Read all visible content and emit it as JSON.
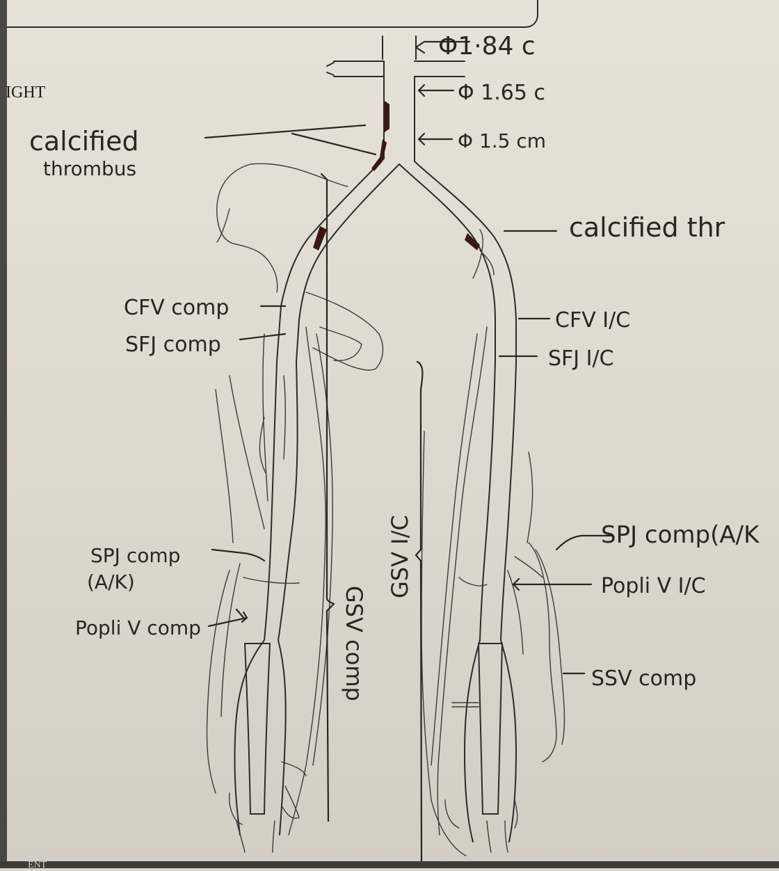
{
  "header": {
    "side_label": "IGHT",
    "footer_fragment": "ENT"
  },
  "annotations": {
    "diam_top": "Φ1·84 c",
    "diam_mid": "Φ 1.65 c",
    "diam_low": "Φ 1.5 cm",
    "calcified_left_line1": "calcified",
    "calcified_left_line2": "thrombus",
    "calcified_right": "calcified thr",
    "cfv_left": "CFV comp",
    "sfj_left": "SFJ comp",
    "spj_left_line1": "SPJ comp",
    "spj_left_line2": "(A/K)",
    "popli_left": "Popli V comp",
    "gsv_left": "GSV comp",
    "cfv_right": "CFV I/C",
    "sfj_right": "SFJ I/C",
    "gsv_right": "GSV I/C",
    "spj_right": "SPJ comp(A/K",
    "popli_right": "Popli V I/C",
    "ssv_right": "SSV  comp"
  },
  "colors": {
    "ink": "#2a2520",
    "clot": "#3a1812",
    "paper": "#e3dfd5"
  }
}
